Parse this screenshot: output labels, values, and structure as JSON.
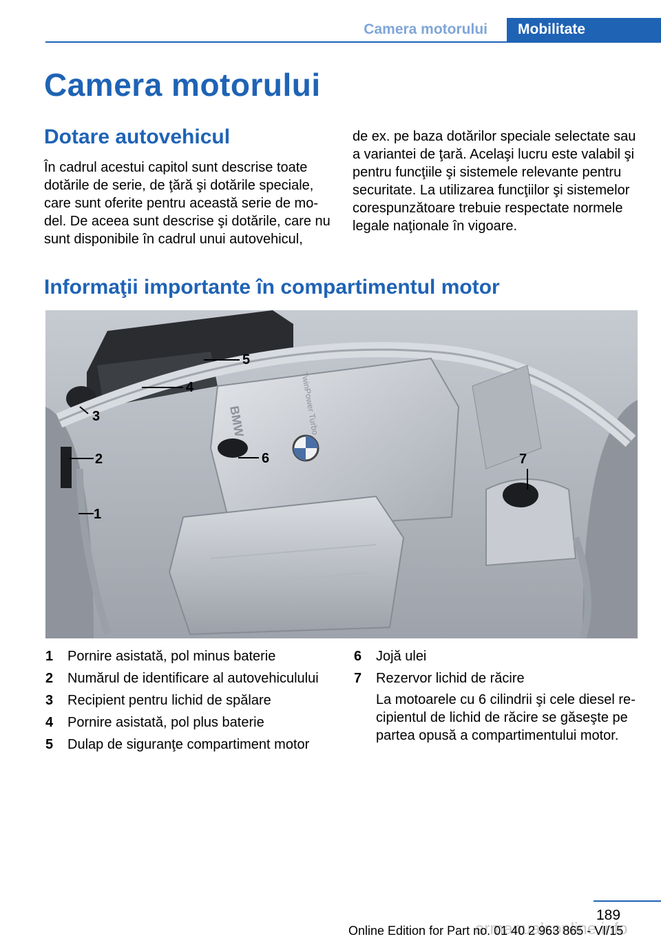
{
  "header": {
    "section_tab": "Camera motorului",
    "chapter_tab": "Mobilitate"
  },
  "page_title": "Camera motorului",
  "vehicle_section": {
    "heading": "Dotare autovehicul",
    "paragraph_left": "În cadrul acestui capitol sunt descrise toate dotările de serie, de ţără şi dotările speciale, care sunt oferite pentru această serie de mo­del. De aceea sunt descrise şi dotările, care nu sunt disponibile în cadrul unui autovehicul,",
    "paragraph_right": "de ex. pe baza dotărilor speciale selectate sau a variantei de ţară. Acelaşi lucru este valabil şi pentru funcţiile şi sistemele relevante pentru securitate. La utilizarea funcţiilor şi sistemelor corespunzătoare trebuie respectate normele legale naţionale în vigoare."
  },
  "info_section": {
    "heading": "Informaţii importante în compartimentul motor"
  },
  "figure": {
    "callouts": [
      "1",
      "2",
      "3",
      "4",
      "5",
      "6",
      "7"
    ],
    "logo_text": "BMW",
    "engine_text": "TwinPower Turbo"
  },
  "legend": {
    "left": [
      {
        "num": "1",
        "text": "Pornire asistată, pol minus baterie"
      },
      {
        "num": "2",
        "text": "Numărul de identificare al autovehiculului"
      },
      {
        "num": "3",
        "text": "Recipient pentru lichid de spălare"
      },
      {
        "num": "4",
        "text": "Pornire asistată, pol plus baterie"
      },
      {
        "num": "5",
        "text": "Dulap de siguranţe compartiment motor"
      }
    ],
    "right": [
      {
        "num": "6",
        "text": "Jojă ulei"
      },
      {
        "num": "7",
        "text": "Rezervor lichid de răcire"
      }
    ],
    "note_7": "La motoarele cu 6 cilindrii şi cele diesel re­cipientul de lichid de răcire se găseşte pe partea opusă a compartimentului motor."
  },
  "footer": {
    "page_number": "189",
    "edition": "Online Edition for Part no. 01 40 2 963 865 - VI/15",
    "watermark": "armanualsonline.info"
  }
}
